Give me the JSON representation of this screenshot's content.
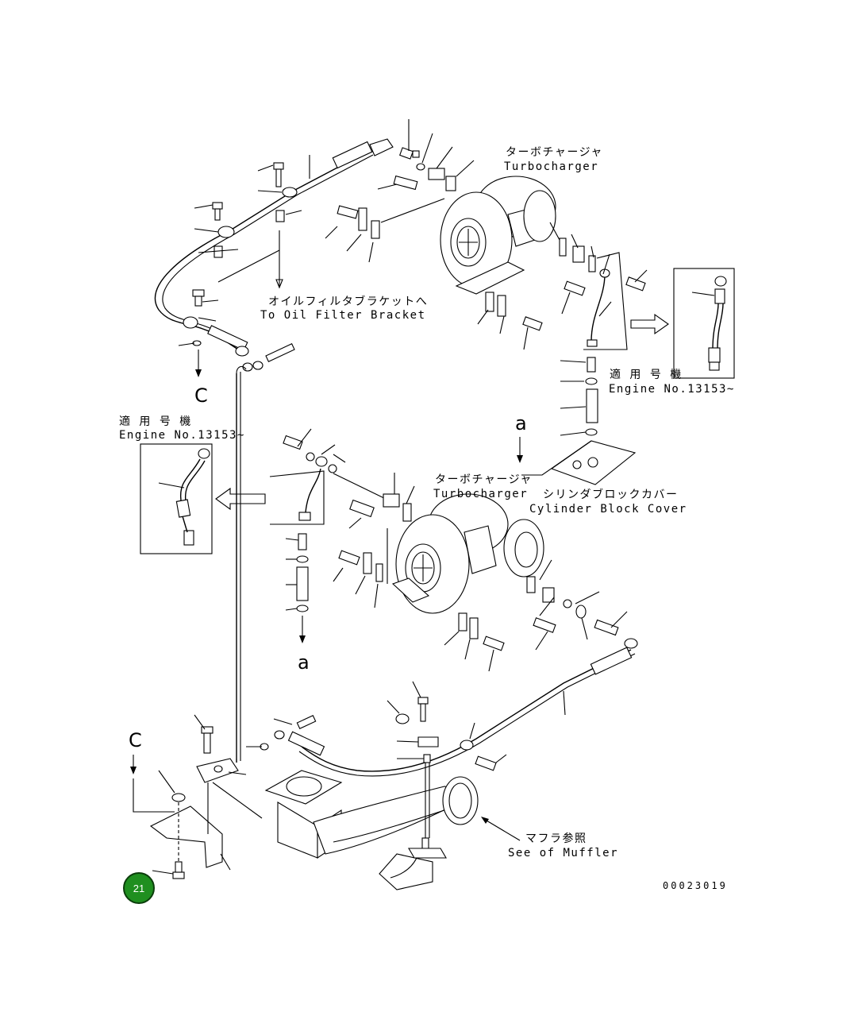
{
  "labels": {
    "turbo_top_jp": "ターボチャージャ",
    "turbo_top_en": "Turbocharger",
    "oil_filter_jp": "オイルフィルタブラケットへ",
    "oil_filter_en": "To Oil Filter Bracket",
    "applicable_right_jp": "適 用 号 機",
    "applicable_right_en": "Engine No.13153~",
    "applicable_left_jp": "適 用 号 機",
    "applicable_left_en": "Engine No.13153~",
    "turbo_mid_jp": "ターボチャージャ",
    "turbo_mid_en": "Turbocharger",
    "cyl_cover_jp": "シリンダブロックカバー",
    "cyl_cover_en": "Cylinder Block Cover",
    "muffler_jp": "マフラ参照",
    "muffler_en": "See of Muffler",
    "ref_c_top": "C",
    "ref_c_bottom": "C",
    "ref_a_right": "a",
    "ref_a_left": "a",
    "drawing_code": "00023019",
    "page_badge": "21"
  },
  "colors": {
    "line": "#000000",
    "background": "#ffffff",
    "badge_fill": "#1f8f1f",
    "badge_ring": "#0b3d0b"
  }
}
